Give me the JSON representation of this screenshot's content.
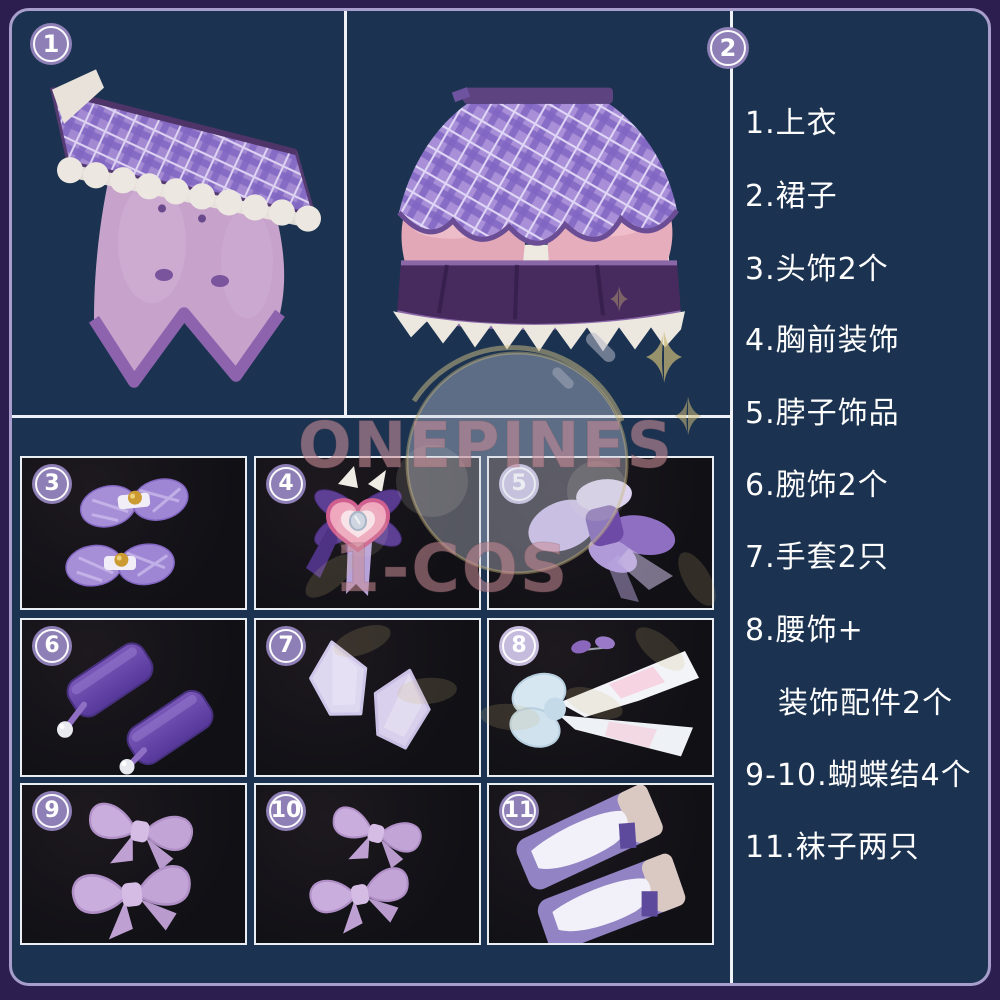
{
  "badges": {
    "b1": "1",
    "b2": "2",
    "b3": "3",
    "b4": "4",
    "b5": "5",
    "b6": "6",
    "b7": "7",
    "b8": "8",
    "b9": "9",
    "b10": "10",
    "b11": "11"
  },
  "legend": {
    "items": [
      {
        "text": "1.上衣",
        "indent": false
      },
      {
        "text": "2.裙子",
        "indent": false
      },
      {
        "text": "3.头饰2个",
        "indent": false
      },
      {
        "text": "4.胸前装饰",
        "indent": false
      },
      {
        "text": "5.脖子饰品",
        "indent": false
      },
      {
        "text": "6.腕饰2个",
        "indent": false
      },
      {
        "text": "7.手套2只",
        "indent": false
      },
      {
        "text": "8.腰饰+",
        "indent": false
      },
      {
        "text": "装饰配件2个",
        "indent": true
      },
      {
        "text": "9-10.蝴蝶结4个",
        "indent": false
      },
      {
        "text": "11.袜子两只",
        "indent": false
      }
    ]
  },
  "watermark": {
    "line1": "ONEPINES",
    "line2": "1-COS"
  },
  "colors": {
    "background": "#1b3350",
    "frame": "#2c1f4f",
    "frame_line": "#a79ecd",
    "divider_line": "#eef2f6",
    "photo_background": "#141116",
    "badge_fill": "#8e80b6",
    "legend_text": "#ffffff",
    "watermark_pink": "#c98d98"
  }
}
